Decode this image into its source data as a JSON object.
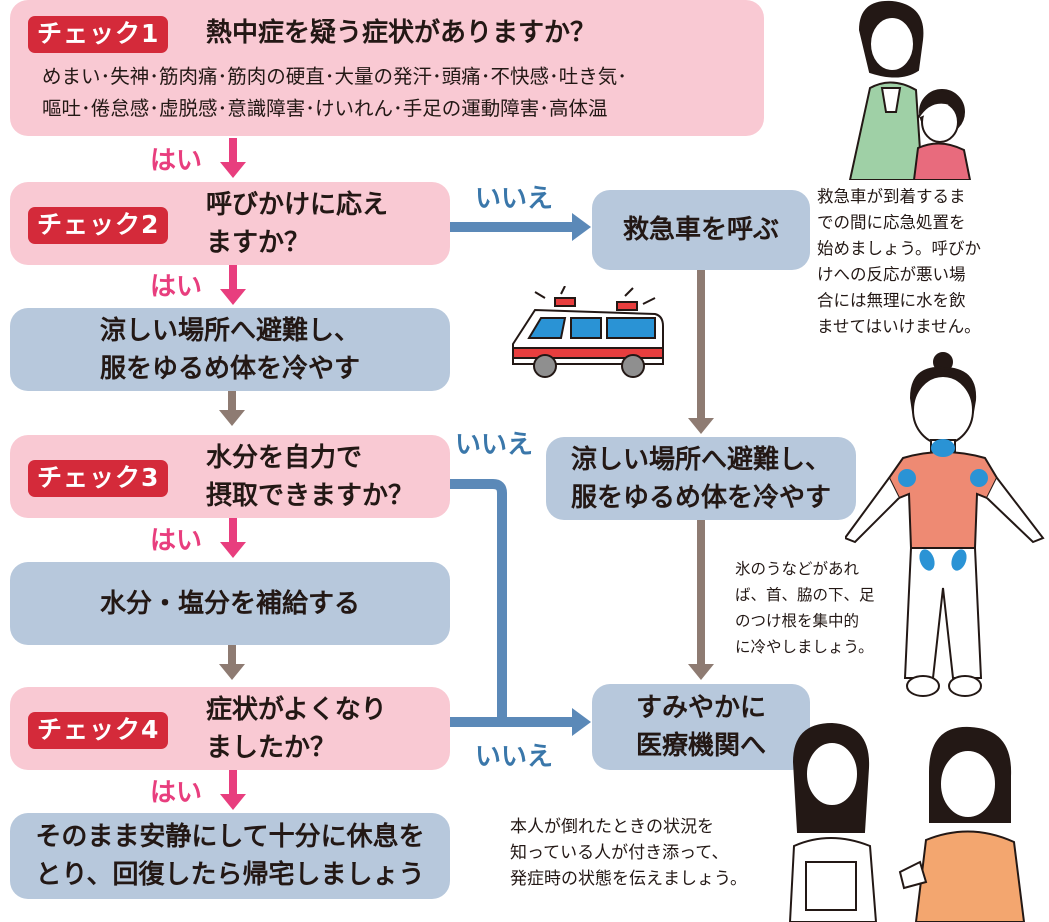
{
  "check1": {
    "badge": "チェック1",
    "question": "熱中症を疑う症状がありますか？",
    "symptoms_line1": "めまい･失神･筋肉痛･筋肉の硬直･大量の発汗･頭痛･不快感･吐き気･",
    "symptoms_line2": "嘔吐･倦怠感･虚脱感･意識障害･けいれん･手足の運動障害･高体温"
  },
  "check2": {
    "badge": "チェック2",
    "question_line1": "呼びかけに応え",
    "question_line2": "ますか？"
  },
  "check3": {
    "badge": "チェック3",
    "question_line1": "水分を自力で",
    "question_line2": "摂取できますか？"
  },
  "check4": {
    "badge": "チェック4",
    "question_line1": "症状がよくなり",
    "question_line2": "ましたか？"
  },
  "answers": {
    "yes": "はい",
    "no": "いいえ"
  },
  "actions": {
    "call_ambulance": "救急車を呼ぶ",
    "cool_left_line1": "涼しい場所へ避難し、",
    "cool_left_line2": "服をゆるめ体を冷やす",
    "cool_right_line1": "涼しい場所へ避難し、",
    "cool_right_line2": "服をゆるめ体を冷やす",
    "hydrate": "水分・塩分を補給する",
    "rest_line1": "そのまま安静にして十分に休息を",
    "rest_line2": "とり、回復したら帰宅しましょう",
    "hospital_line1": "すみやかに",
    "hospital_line2": "医療機関へ"
  },
  "notes": {
    "ambulance_note": [
      "救急車が到着するま",
      "での間に応急処置を",
      "始めましょう。呼びか",
      "けへの反応が悪い場",
      "合には無理に水を飲",
      "ませてはいけません。"
    ],
    "ice_note": [
      "氷のうなどがあれ",
      "ば、首、脇の下、足",
      "のつけ根を集中的",
      "に冷やしましょう。"
    ],
    "accompany_note": [
      "本人が倒れたときの状況を",
      "知っている人が付き添って、",
      "発症時の状態を伝えましょう。"
    ]
  },
  "colors": {
    "pink_box": "#f9c9d3",
    "blue_box": "#b7c8dc",
    "badge_red": "#d42a3a",
    "yes_pink": "#e83e7e",
    "no_blue": "#3a77aa",
    "arrow_brown": "#8e7b72",
    "arrow_blue": "#5b89b8",
    "ice_blue": "#2a93d5",
    "shirt_coral": "#ee8a73"
  }
}
